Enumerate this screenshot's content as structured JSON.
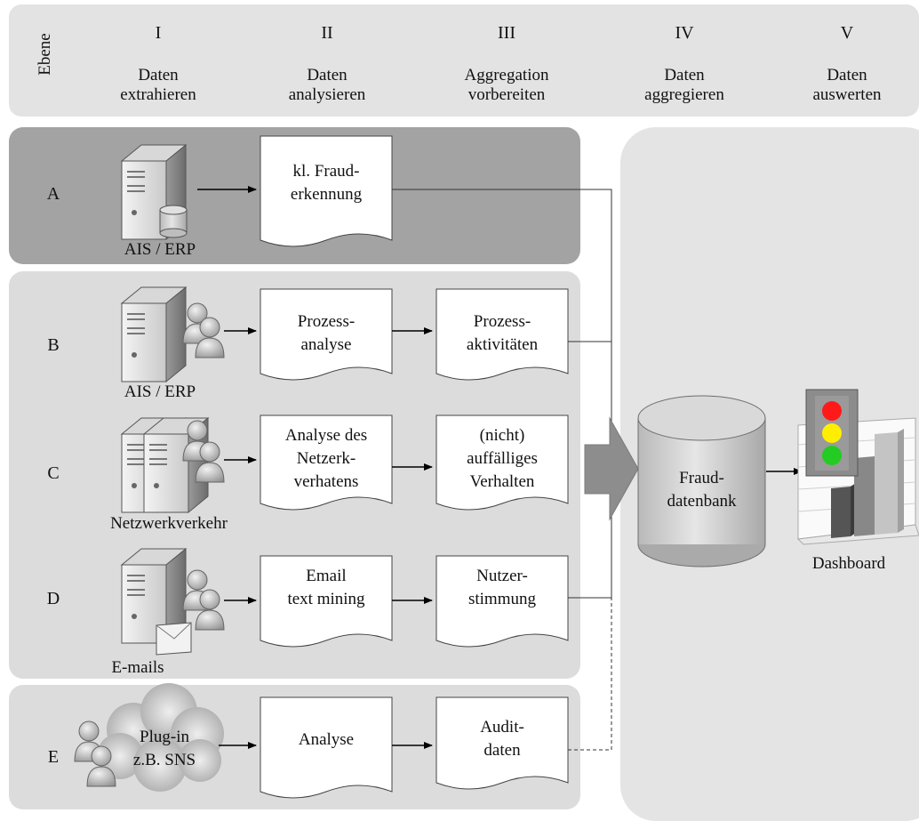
{
  "header": {
    "axis_label": "Ebene",
    "columns": [
      {
        "num": "I",
        "title": "Daten extrahieren"
      },
      {
        "num": "II",
        "title": "Daten analysieren"
      },
      {
        "num": "III",
        "title": "Aggregation vorbereiten"
      },
      {
        "num": "IV",
        "title": "Daten aggregieren"
      },
      {
        "num": "V",
        "title": "Daten auswerten"
      }
    ]
  },
  "rows": [
    {
      "letter": "A",
      "source": "AIS / ERP",
      "step2": "kl. Fraud-\nerkennung",
      "step3": ""
    },
    {
      "letter": "B",
      "source": "AIS / ERP",
      "step2": "Prozess-\nanalyse",
      "step3": "Prozess-\naktivitäten"
    },
    {
      "letter": "C",
      "source": "Netzwerkverkehr",
      "step2": "Analyse des\nNetzerk-\nverhatens",
      "step3": "(nicht)\nauffälliges\nVerhalten"
    },
    {
      "letter": "D",
      "source": "E-mails",
      "step2": "Email\ntext mining",
      "step3": "Nutzer-\nstimmung"
    },
    {
      "letter": "E",
      "source": "Plug-in\nz.B. SNS",
      "step2": "Analyse",
      "step3": "Audit-\ndaten"
    }
  ],
  "database": {
    "label": "Fraud-\ndatenbank"
  },
  "dashboard": {
    "label": "Dashboard"
  },
  "colors": {
    "band_dark": "#a3a3a3",
    "band_light": "#dcdcdc",
    "light_red": "#ff1a1a",
    "light_yellow": "#ffee00",
    "light_green": "#22cc22"
  }
}
